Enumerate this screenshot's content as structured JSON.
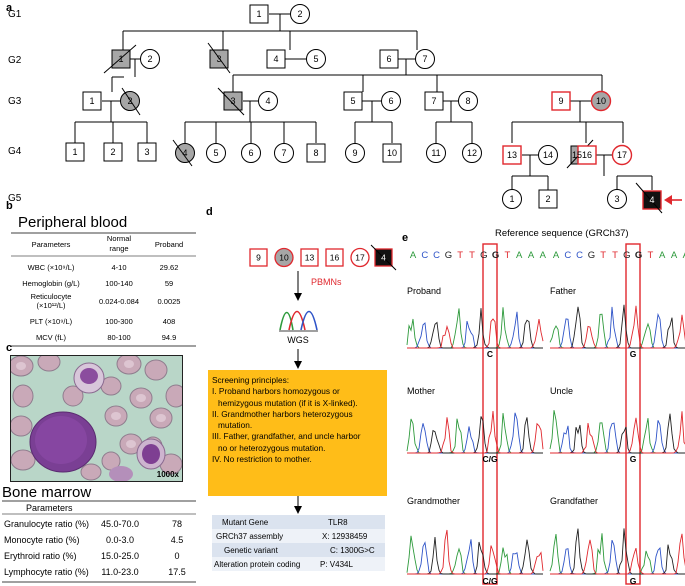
{
  "panels": {
    "a": "a",
    "b": "b",
    "c": "c",
    "d": "d",
    "e": "e"
  },
  "generations": [
    "G1",
    "G2",
    "G3",
    "G4",
    "G5"
  ],
  "pedigree": {
    "g1": [
      "1",
      "2"
    ],
    "g2": [
      "1",
      "2",
      "3",
      "4",
      "5",
      "6",
      "7"
    ],
    "g3": [
      "1",
      "2",
      "3",
      "4",
      "5",
      "6",
      "7",
      "8",
      "9",
      "10"
    ],
    "g4": [
      "1",
      "2",
      "3",
      "4",
      "5",
      "6",
      "7",
      "8",
      "9",
      "10",
      "11",
      "12",
      "13",
      "14",
      "15",
      "16",
      "17"
    ],
    "g5": [
      "1",
      "2",
      "3",
      "4"
    ]
  },
  "peripheral_blood": {
    "title": "Peripheral blood",
    "headers": [
      "Parameters",
      "Normal\nrange",
      "Proband"
    ],
    "rows": [
      [
        "WBC  (×10⁹/L)",
        "4-10",
        "29.62"
      ],
      [
        "Hemoglobin  (g/L)",
        "100-140",
        "59"
      ],
      [
        "Reticulocyte\n(×10¹²/L)",
        "0.024-0.084",
        "0.0025"
      ],
      [
        "PLT  (×10⁹/L)",
        "100-300",
        "408"
      ],
      [
        "MCV (fL)",
        "80-100",
        "94.9"
      ]
    ]
  },
  "micrograph": {
    "magnification": "1000x"
  },
  "bone_marrow": {
    "title": "Bone marrow",
    "header": "Parameters",
    "rows": [
      [
        "Granulocyte ratio (%)",
        "45.0-70.0",
        "78"
      ],
      [
        "Monocyte ratio (%)",
        "0.0-3.0",
        "4.5"
      ],
      [
        "Erythroid ratio (%)",
        "15.0-25.0",
        "0"
      ],
      [
        "Lymphocyte ratio (%)",
        "11.0-23.0",
        "17.5"
      ]
    ]
  },
  "workflow": {
    "samples": [
      "9",
      "10",
      "13",
      "16",
      "17",
      "4"
    ],
    "step1": "PBMNs",
    "step2": "WGS",
    "screening": [
      "Screening principles:",
      "I. Proband harbors homozygous or",
      "   hemizygous mutation (if it is X-linked).",
      "II. Grandmother harbors heterozygous",
      "   mutation.",
      "III. Father, grandfather, and uncle harbor",
      "   no or heterozygous mutation.",
      "IV. No restriction to mother."
    ],
    "result_rows": [
      [
        "Mutant Gene",
        "TLR8"
      ],
      [
        "GRCh37 assembly",
        "X: 12938459"
      ],
      [
        "Genetic variant",
        "C: 1300G>C"
      ],
      [
        "Alteration protein coding",
        "P: V434L"
      ]
    ]
  },
  "sequencing": {
    "reference_title": "Reference sequence (GRCh37)",
    "reference_bases": [
      "A",
      "C",
      "C",
      "G",
      "T",
      "T",
      "G",
      "G",
      "T",
      "A",
      "A",
      "A"
    ],
    "samples": [
      {
        "name": "Proband",
        "call": "C"
      },
      {
        "name": "Father",
        "call": "G"
      },
      {
        "name": "Mother",
        "call": "C/G"
      },
      {
        "name": "Uncle",
        "call": "G"
      },
      {
        "name": "Grandmother",
        "call": "C/G"
      },
      {
        "name": "Grandfather",
        "call": "G"
      }
    ]
  },
  "colors": {
    "affected": "#a6a6a6",
    "proband": "#111111",
    "highlight": "#e0282e",
    "screening_bg": "#ffbd18",
    "info_row_a": "#dbe3ef",
    "info_row_b": "#eef2f8",
    "trace_a": "#2e9a3c",
    "trace_c": "#2f54c8",
    "trace_g": "#222222",
    "trace_t": "#e0282e"
  }
}
